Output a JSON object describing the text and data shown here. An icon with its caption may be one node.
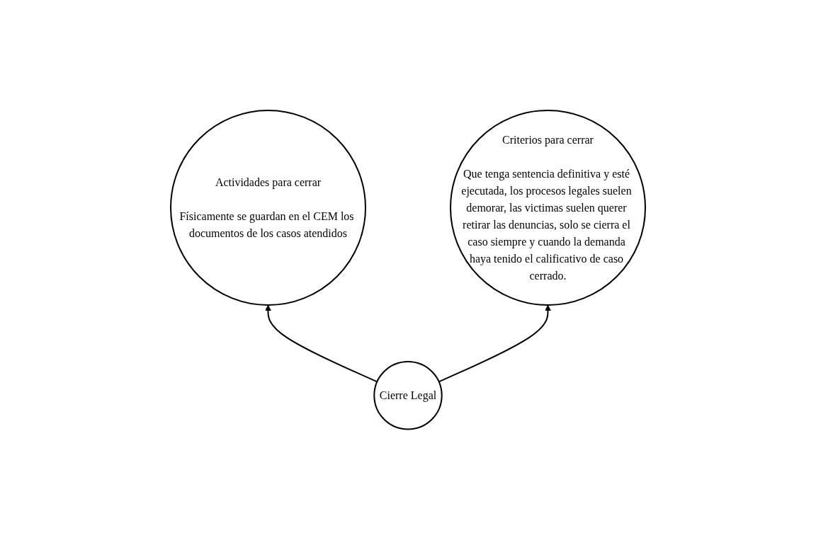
{
  "diagram": {
    "nodes": [
      {
        "text": [
          "Cierre Legal"
        ]
      },
      {
        "text": [
          "Actividades para cerrar",
          "Físicamente se guardan en el CEM los documentos de los casos atendidos"
        ]
      },
      {
        "text": [
          "Criterios para cerrar",
          "Que tenga sentencia definitiva y esté ejecutada, los procesos legales suelen demorar, las victimas suelen querer retirar las denuncias, solo se cierra el caso siempre y cuando la demanda haya tenido el calificativo de caso cerrado."
        ]
      }
    ],
    "edges": [
      {
        "from": 0,
        "to": 1,
        "arrow": "to"
      },
      {
        "from": 0,
        "to": 2,
        "arrow": "to"
      }
    ]
  }
}
